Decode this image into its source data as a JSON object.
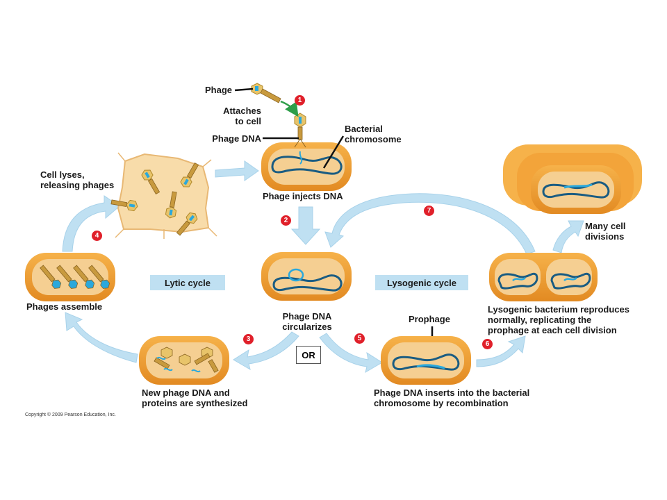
{
  "labels": {
    "phage": "Phage",
    "attaches": "Attaches\nto cell",
    "phage_dna": "Phage DNA",
    "bacterial_chromosome": "Bacterial\nchromosome",
    "phage_injects": "Phage injects DNA",
    "cell_lyses": "Cell lyses,\nreleasing phages",
    "phages_assemble": "Phages assemble",
    "circularizes": "Phage DNA\ncircularizes",
    "synthesized": "New phage DNA and\nproteins are synthesized",
    "prophage": "Prophage",
    "inserts": "Phage DNA inserts into the bacterial\nchromosome by recombination",
    "reproduces": "Lysogenic bacterium reproduces\nnormally, replicating the\nprophage at each cell division",
    "many_divisions": "Many cell\ndivisions",
    "or": "OR",
    "copyright": "Copyright © 2009 Pearson Education, Inc."
  },
  "cycles": {
    "lytic": "Lytic cycle",
    "lysogenic": "Lysogenic cycle"
  },
  "steps": [
    "1",
    "2",
    "3",
    "4",
    "5",
    "6",
    "7"
  ],
  "colors": {
    "cell_outer": "#e8a03c",
    "cell_inner": "#f5cf92",
    "cell_light": "#f8dcaa",
    "dna_host": "#1a5c82",
    "dna_phage": "#2aa8dc",
    "arrow": "#bfe0f2",
    "step_badge": "#e0202a",
    "phage_head": "#e8c46a"
  }
}
